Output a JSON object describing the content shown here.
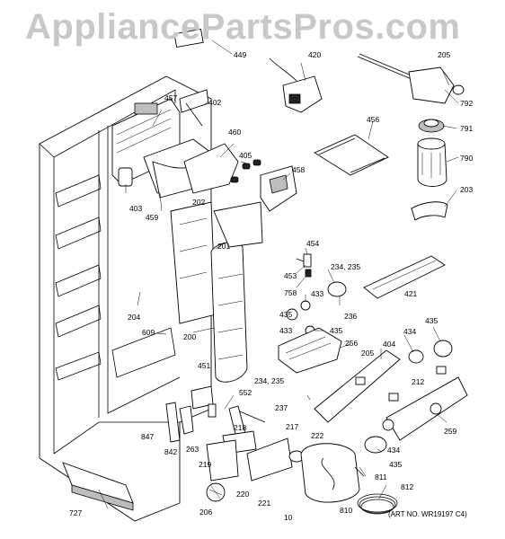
{
  "watermark": "AppliancePartsPros.com",
  "art_number": "(ART NO. WR19197 C4)",
  "callouts": [
    "402",
    "449",
    "420",
    "205",
    "792",
    "791",
    "790",
    "203",
    "457",
    "460",
    "405",
    "458",
    "456",
    "403",
    "459",
    "202",
    "201",
    "454",
    "453",
    "758",
    "234, 235",
    "433",
    "236",
    "421",
    "435",
    "433",
    "435",
    "204",
    "609",
    "200",
    "256",
    "404",
    "434",
    "435",
    "451",
    "552",
    "234, 235",
    "237",
    "218",
    "217",
    "205",
    "212",
    "847",
    "842",
    "263",
    "219",
    "222",
    "434",
    "259",
    "220",
    "221",
    "811",
    "727",
    "206",
    "435",
    "812",
    "810",
    "10"
  ]
}
